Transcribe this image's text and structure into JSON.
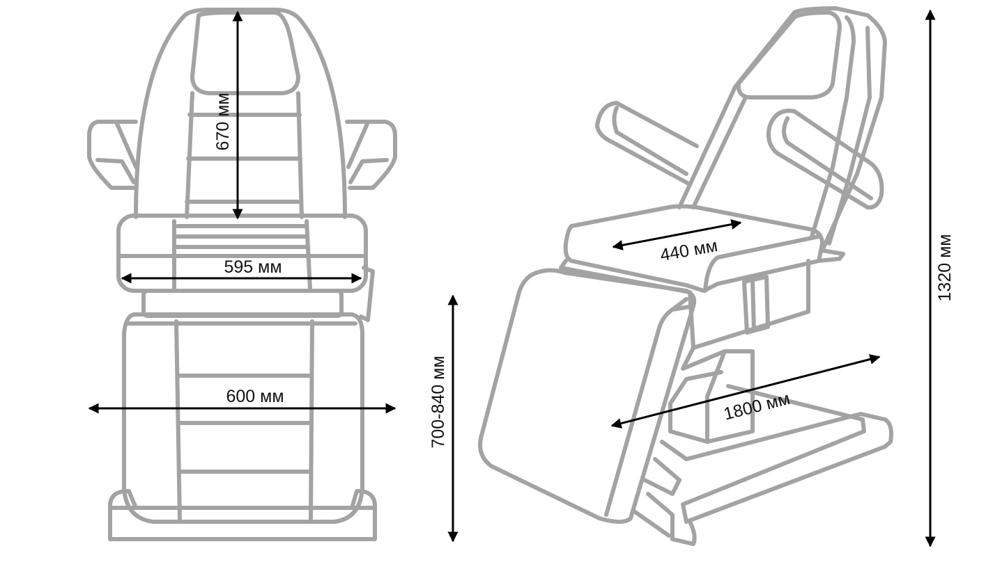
{
  "colors": {
    "outline": "#a3a3a3",
    "dimension": "#000000"
  },
  "dimensions": {
    "backrest_height": "670 мм",
    "seat_width": "595 мм",
    "overall_width": "600 мм",
    "seat_height": "700-840 мм",
    "seat_depth": "440 мм",
    "overall_length": "1800 мм",
    "overall_height": "1320 мм"
  }
}
